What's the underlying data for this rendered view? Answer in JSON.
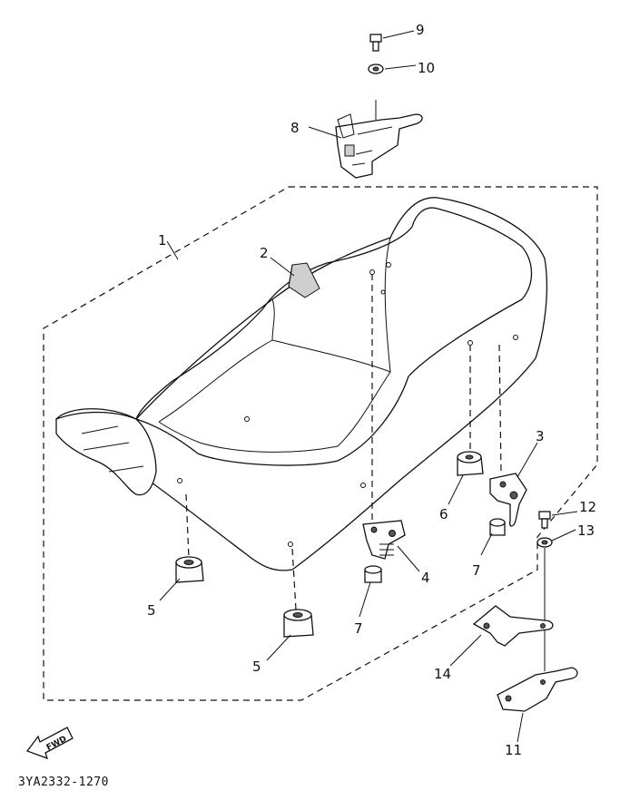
{
  "diagram_code": "3YA2332-1270",
  "fwd_label": "FWD",
  "callouts": [
    {
      "id": "1",
      "label": "1"
    },
    {
      "id": "2",
      "label": "2"
    },
    {
      "id": "3",
      "label": "3"
    },
    {
      "id": "4",
      "label": "4"
    },
    {
      "id": "5a",
      "label": "5"
    },
    {
      "id": "5b",
      "label": "5"
    },
    {
      "id": "6",
      "label": "6"
    },
    {
      "id": "7a",
      "label": "7"
    },
    {
      "id": "7b",
      "label": "7"
    },
    {
      "id": "8",
      "label": "8"
    },
    {
      "id": "9",
      "label": "9"
    },
    {
      "id": "10",
      "label": "10"
    },
    {
      "id": "11",
      "label": "11"
    },
    {
      "id": "12",
      "label": "12"
    },
    {
      "id": "13",
      "label": "13"
    },
    {
      "id": "14",
      "label": "14"
    }
  ]
}
